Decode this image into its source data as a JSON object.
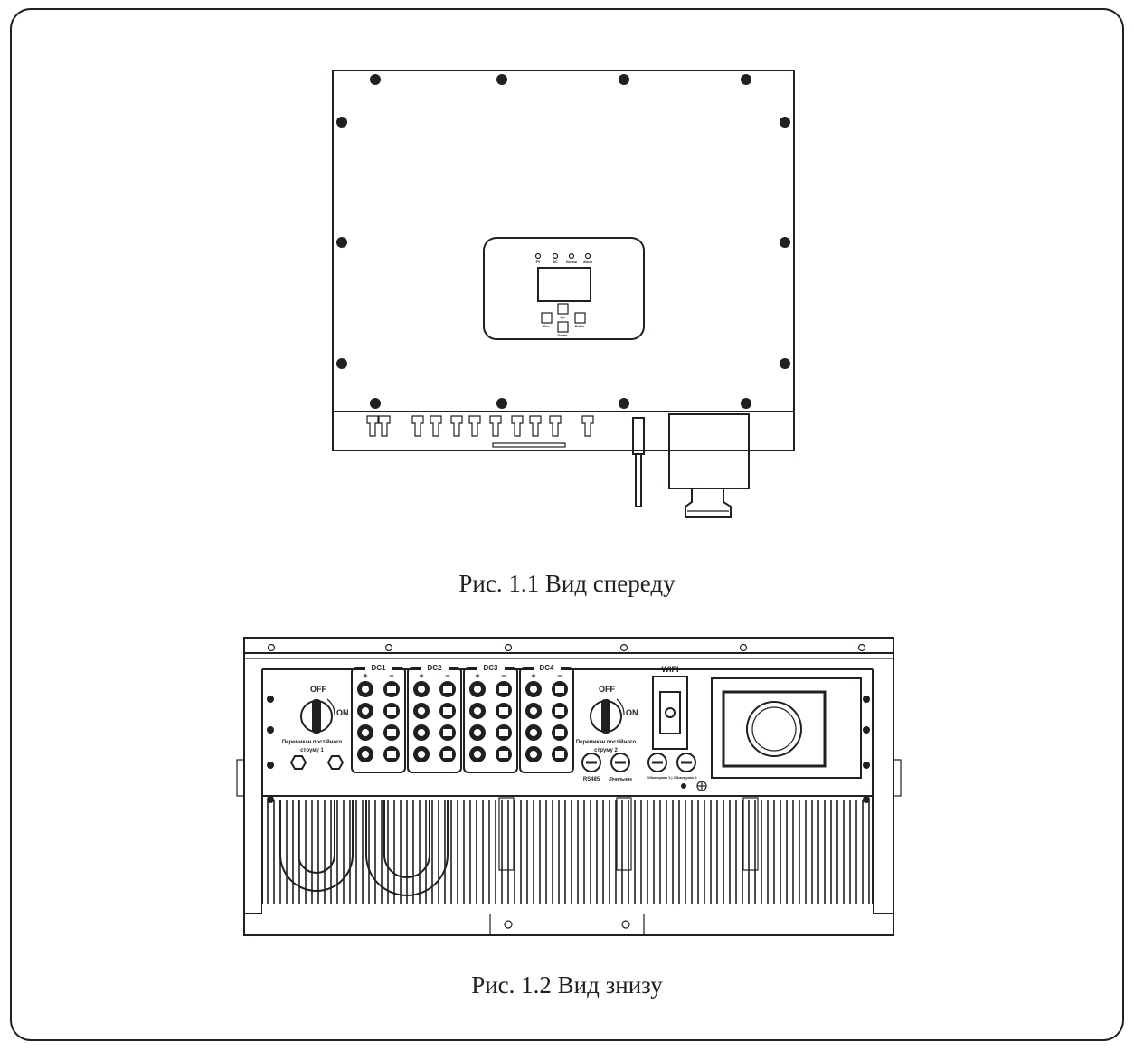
{
  "figures": [
    {
      "caption": "Рис. 1.1 Вид спереду",
      "panel": {
        "leds": [
          "PV",
          "AC",
          "Normal",
          "Alarm"
        ],
        "buttons": {
          "up": "Up",
          "esc": "Esc",
          "enter": "Enter",
          "down": "Down"
        }
      }
    },
    {
      "caption": "Рис. 1.2 Вид знизу",
      "dc_groups": [
        "DC1",
        "DC2",
        "DC3",
        "DC4"
      ],
      "plus": "+",
      "minus": "−",
      "switch1": {
        "off": "OFF",
        "on": "ON",
        "label_line1": "Перемикач постійного",
        "label_line2": "струму 1"
      },
      "switch2": {
        "off": "OFF",
        "on": "ON",
        "label_line1": "Перемикач постійного",
        "label_line2": "струму 2"
      },
      "wifi": "WIFI",
      "ports": {
        "rs485": "RS485",
        "meter": "Лічильник",
        "limiter": "Обмежувач 1 | Обмежувач 2"
      }
    }
  ]
}
